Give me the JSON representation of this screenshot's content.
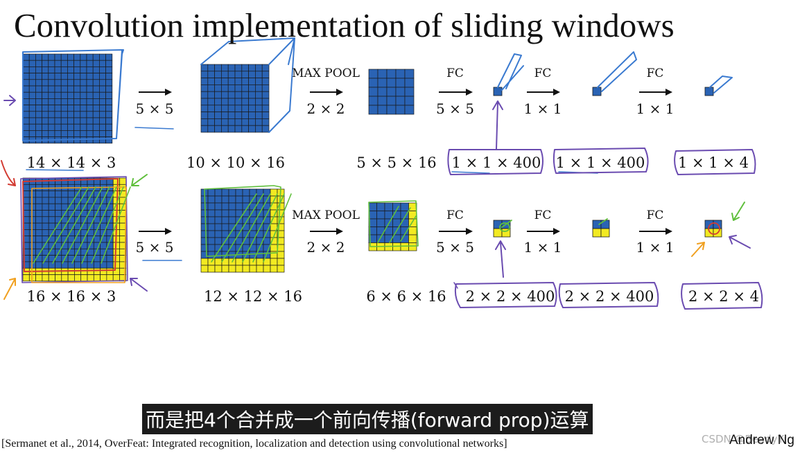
{
  "title": "Convolution implementation of sliding windows",
  "subtitle": "而是把4个合并成一个前向传播(forward prop)运算",
  "citation": "[Sermanet et al., 2014, OverFeat: Integrated recognition, localization and detection using convolutional networks]",
  "author": "Andrew Ng",
  "watermark": "CSDN @BeadyYi",
  "colors": {
    "blue": "#2a63b4",
    "yellow": "#f2ea22",
    "green_ink": "#5fbf3c",
    "purple_ink": "#6a4bb0",
    "sky_ink": "#3a7ad0",
    "red_ink": "#d23b32",
    "orange_ink": "#f0a020"
  },
  "row1": {
    "shapes": [
      "14 × 14 × 3",
      "10 × 10 × 16",
      "5 × 5 × 16",
      "1 × 1 × 400",
      "1 × 1 × 400",
      "1 × 1 × 4"
    ],
    "ops": [
      {
        "top": "",
        "bottom": "5 × 5"
      },
      {
        "top": "MAX POOL",
        "bottom": "2 × 2"
      },
      {
        "top": "FC",
        "bottom": "5 × 5"
      },
      {
        "top": "FC",
        "bottom": "1 × 1"
      },
      {
        "top": "FC",
        "bottom": "1 × 1"
      }
    ]
  },
  "row2": {
    "shapes": [
      "16 × 16 × 3",
      "12 × 12 × 16",
      "6 × 6 × 16",
      "2 × 2 × 400",
      "2 × 2 × 400",
      "2 × 2 × 4"
    ],
    "ops": [
      {
        "top": "",
        "bottom": "5 × 5"
      },
      {
        "top": "MAX POOL",
        "bottom": "2 × 2"
      },
      {
        "top": "FC",
        "bottom": "5 × 5"
      },
      {
        "top": "FC",
        "bottom": "1 × 1"
      },
      {
        "top": "FC",
        "bottom": "1 × 1"
      }
    ]
  }
}
